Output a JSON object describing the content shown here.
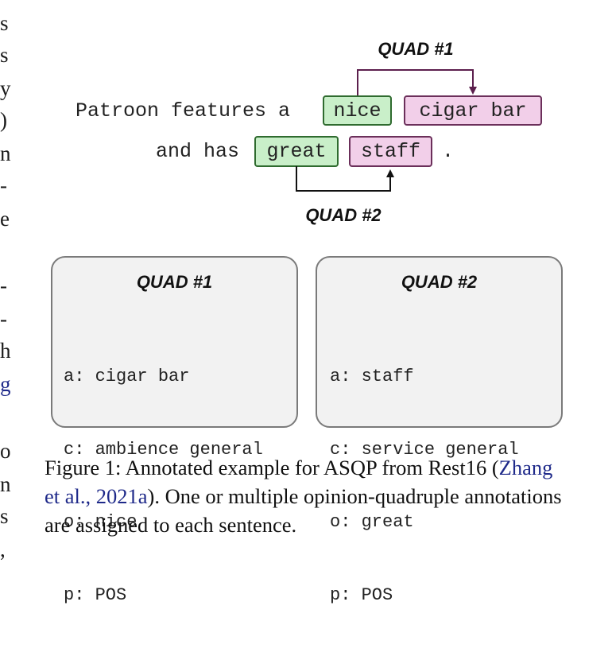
{
  "margin_letters": [
    "s",
    "s",
    "y",
    ")",
    "n",
    "-",
    "e",
    "-",
    "-",
    "h",
    "g",
    "o",
    "n",
    "s",
    ","
  ],
  "sentence": {
    "line1_prefix": "Patroon features a",
    "aspect1_opinion": "nice",
    "aspect1_term": "cigar bar",
    "line2_prefix": "and has",
    "aspect2_opinion": "great",
    "aspect2_term": "staff",
    "period": "."
  },
  "arrow_labels": {
    "quad1": "QUAD #1",
    "quad2": "QUAD #2"
  },
  "quads": [
    {
      "title": "QUAD #1",
      "lines": [
        "a: cigar bar",
        "c: ambience general",
        "o: nice",
        "p: POS"
      ]
    },
    {
      "title": "QUAD #2",
      "lines": [
        "a: staff",
        "c: service general",
        "o: great",
        "p: POS"
      ]
    }
  ],
  "caption": {
    "prefix": "Figure 1: Annotated example for ASQP from Rest16 (",
    "citation": "Zhang et al., 2021a",
    "suffix": ").   One or multiple opinion-quadruple annotations are assigned to each sentence."
  },
  "colors": {
    "opinion_fill": "#c9efc9",
    "opinion_stroke": "#2f6b2f",
    "aspect_fill": "#f2cfe9",
    "aspect_stroke": "#6b2f5a",
    "arrow_quad1": "#5c1f4d",
    "arrow_quad2": "#111111",
    "link": "#1f2a8a"
  }
}
